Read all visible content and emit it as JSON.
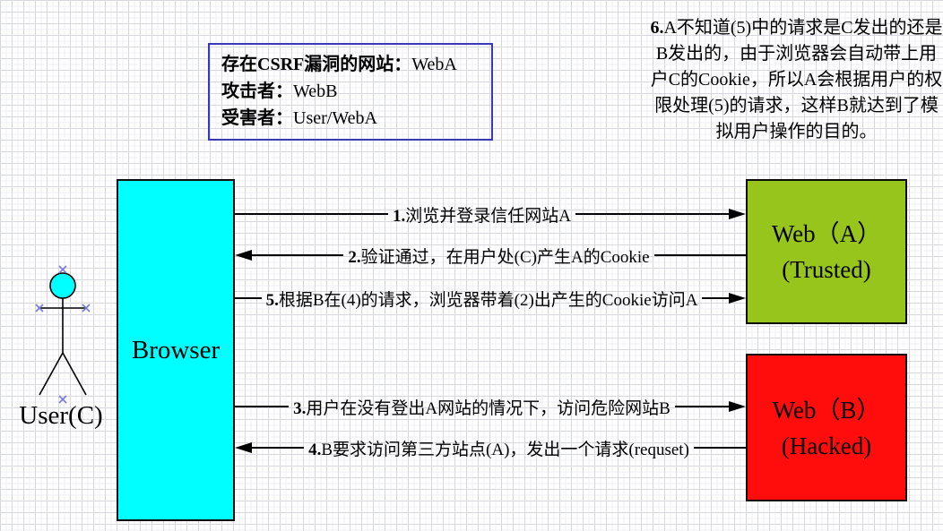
{
  "info_box": {
    "border_color": "#3838b8",
    "lines": [
      {
        "label": "存在CSRF漏洞的网站：",
        "value": "WebA"
      },
      {
        "label": "攻击者：",
        "value": "WebB"
      },
      {
        "label": "受害者：",
        "value": "User/WebA"
      }
    ]
  },
  "note": {
    "num": "6.",
    "text": "A不知道(5)中的请求是C发出的还是B发出的，由于浏览器会自动带上用户C的Cookie，所以A会根据用户的权限处理(5)的请求，这样B就达到了模拟用户操作的目的。"
  },
  "actors": {
    "user": {
      "label": "User(C)",
      "head_color": "#00ffff"
    },
    "browser": {
      "label": "Browser",
      "fill": "#00ffff"
    },
    "web_a": {
      "title": "Web（A）",
      "subtitle": "(Trusted)",
      "fill": "#97c51b"
    },
    "web_b": {
      "title": "Web（B）",
      "subtitle": "(Hacked)",
      "fill": "#ff0d0d"
    }
  },
  "messages": [
    {
      "num": "1.",
      "text": "浏览并登录信任网站A",
      "direction": "right"
    },
    {
      "num": "2.",
      "text": "验证通过，在用户处(C)产生A的Cookie",
      "direction": "left"
    },
    {
      "num": "5.",
      "text": "根据B在(4)的请求，浏览器带着(2)出产生的Cookie访问A",
      "direction": "right"
    },
    {
      "num": "3.",
      "text": "用户在没有登出A网站的情况下，访问危险网站B",
      "direction": "right"
    },
    {
      "num": "4.",
      "text": "B要求访问第三方站点(A)，发出一个请求(requset)",
      "direction": "left"
    }
  ]
}
